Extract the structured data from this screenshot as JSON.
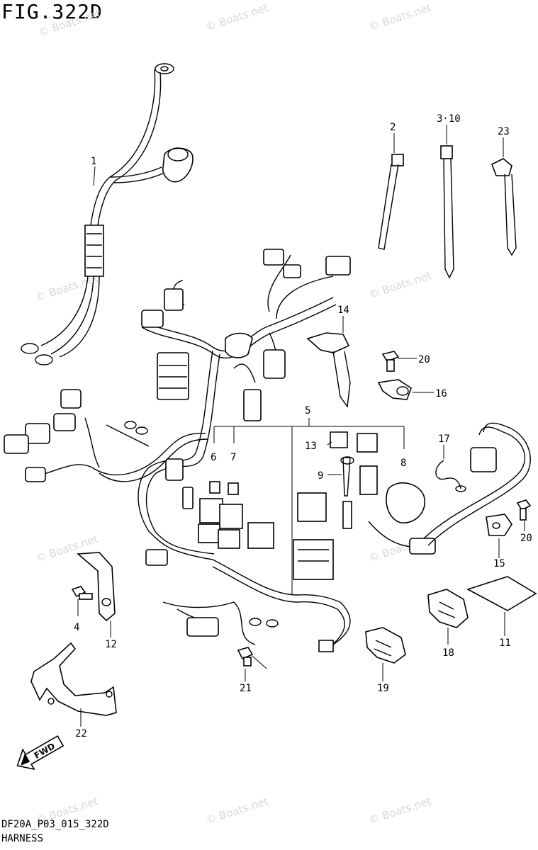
{
  "figure": {
    "title": "FIG.322D",
    "code": "DF20A_P03_015_322D",
    "name": "HARNESS"
  },
  "watermark": {
    "text": "© Boats.net"
  },
  "callouts": {
    "c1": "1",
    "c2": "2",
    "c3": "3·10",
    "c4": "4",
    "c5": "5",
    "c6": "6",
    "c7": "7",
    "c8": "8",
    "c9": "9",
    "c11": "11",
    "c12": "12",
    "c13": "13",
    "c14": "14",
    "c15": "15",
    "c16": "16",
    "c17": "17",
    "c18": "18",
    "c19": "19",
    "c20a": "20",
    "c20b": "20",
    "c21": "21",
    "c22": "22",
    "c23": "23"
  },
  "fwd": {
    "label": "FWD"
  }
}
